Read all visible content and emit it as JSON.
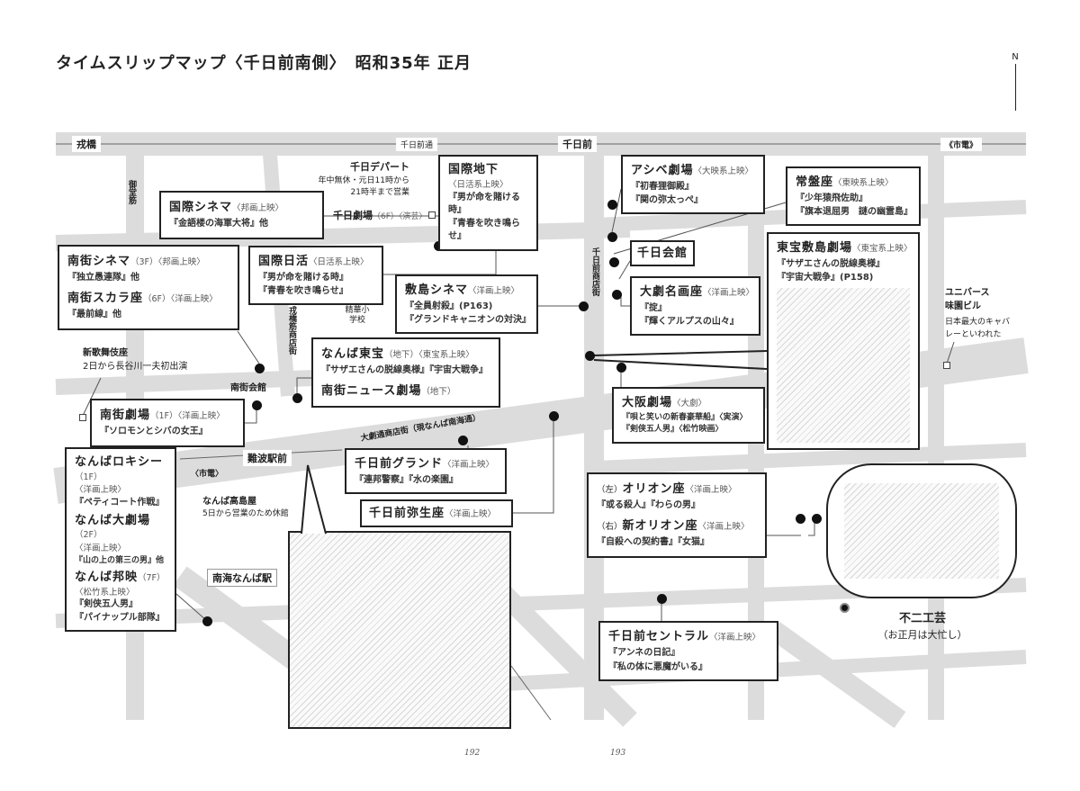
{
  "title": "タイムスリップマップ〈千日前南側〉　昭和35年 正月",
  "north": "N",
  "roads": {
    "ebisubashi": "戎橋",
    "sennichimae_dori": "千日前通",
    "sennichimae": "千日前",
    "shiden_top": "《市電》",
    "midosuji": "御堂筋",
    "ebisubashi_suji": "戎橋筋商店街",
    "sennichimae_shotengai": "千日前商店街",
    "daigeki_dori": "大劇通商店街（現なんば南海通）",
    "shiden_bottom": "〈市電〉",
    "namba_ekimae": "難波駅前",
    "nankai_namba": "南海なんば駅",
    "seika_school": "精華小学校",
    "nangai_kaikan": "南街会館"
  },
  "landmarks": {
    "sennichi_depart": {
      "name": "千日デパート",
      "note1": "年中無休・元日11時から",
      "note2": "21時半まで営業"
    },
    "sennichi_gekijo": {
      "name": "千日劇場",
      "sub": "（6F）〈演芸〉"
    },
    "shinkabukiza": {
      "name": "新歌舞伎座",
      "note": "2日から長谷川一夫初出演"
    },
    "takashimaya": {
      "name": "なんば高島屋",
      "note": "5日から営業のため休館"
    },
    "universe": {
      "name1": "ユニバース",
      "name2": "味園ビル",
      "note1": "日本最大のキャバ",
      "note2": "レーといわれた"
    },
    "fuji_kogei": {
      "name": "不二工芸",
      "note": "（お正月は大忙し）"
    }
  },
  "theaters": {
    "kokusai_cinema": {
      "name": "国際シネマ",
      "sub": "〈邦画上映〉",
      "m1": "『金語楼の海軍大将』他"
    },
    "kokusai_chika": {
      "name": "国際地下",
      "sub": "〈日活系上映〉",
      "m1": "『男が命を賭ける時』",
      "m2": "『青春を吹き鳴らせ』"
    },
    "nangai_cinema": {
      "name": "南街シネマ",
      "sub": "（3F）〈邦画上映〉",
      "m1": "『独立愚連隊』他"
    },
    "nangai_scala": {
      "name": "南街スカラ座",
      "sub": "（6F）〈洋画上映〉",
      "m1": "『最前線』他"
    },
    "kokusai_nikkatsu": {
      "name": "国際日活",
      "sub": "〈日活系上映〉",
      "m1": "『男が命を賭ける時』",
      "m2": "『青春を吹き鳴らせ』"
    },
    "shikishima_cinema": {
      "name": "敷島シネマ",
      "sub": "〈洋画上映〉",
      "m1": "『全員射殺』(P163)",
      "m2": "『グランドキャニオンの対決』"
    },
    "ashibe": {
      "name": "アシベ劇場",
      "sub": "〈大映系上映〉",
      "m1": "『初春狸御殿』",
      "m2": "『関の弥太っぺ』"
    },
    "tokiwaza": {
      "name": "常盤座",
      "sub": "〈東映系上映〉",
      "m1": "『少年猿飛佐助』",
      "m2": "『旗本退屈男　謎の幽霊島』"
    },
    "sennichi_kaikan": {
      "name": "千日会館"
    },
    "daigeki_meigaza": {
      "name": "大劇名画座",
      "sub": "〈洋画上映〉",
      "m1": "『掟』",
      "m2": "『輝くアルプスの山々』"
    },
    "toho_shikishima": {
      "name": "東宝敷島劇場",
      "sub": "〈東宝系上映〉",
      "m1": "『サザエさんの脱線奥様』",
      "m2": "『宇宙大戦争』(P158)"
    },
    "namba_toho": {
      "name": "なんば東宝",
      "sub": "（地下）〈東宝系上映〉",
      "m1": "『サザエさんの脱線奥様』『宇宙大戦争』"
    },
    "nangai_news": {
      "name": "南街ニュース劇場",
      "sub": "（地下）"
    },
    "nangai_gekijo": {
      "name": "南街劇場",
      "sub": "（1F）〈洋画上映〉",
      "m1": "『ソロモンとシバの女王』"
    },
    "osaka_gekijo": {
      "name": "大阪劇場",
      "sub": "〈大劇〉",
      "m1": "『唄と笑いの新春豪華船』〈実演〉",
      "m2": "『剣侠五人男』〈松竹映画〉"
    },
    "namba_roxy": {
      "name": "なんばロキシー",
      "sub": "（1F）",
      "sub2": "〈洋画上映〉",
      "m1": "『ペティコート作戦』"
    },
    "namba_daigekijo": {
      "name": "なんば大劇場",
      "sub": "（2F）",
      "sub2": "〈洋画上映〉",
      "m1": "『山の上の第三の男』他"
    },
    "namba_hoei": {
      "name": "なんば邦映",
      "sub": "（7F）",
      "sub2": "〈松竹系上映〉",
      "m1": "『剣侠五人男』",
      "m2": "『パイナップル部隊』"
    },
    "sennichimae_grand": {
      "name": "千日前グランド",
      "sub": "〈洋画上映〉",
      "m1": "『連邦警察』『水の楽園』"
    },
    "yayoiza": {
      "name": "千日前弥生座",
      "sub": "〈洋画上映〉"
    },
    "orion": {
      "pre": "（左）",
      "name": "オリオン座",
      "sub": "〈洋画上映〉",
      "m1": "『或る殺人』『わらの男』"
    },
    "shin_orion": {
      "pre": "（右）",
      "name": "新オリオン座",
      "sub": "〈洋画上映〉",
      "m1": "『自殺への契約書』『女猫』"
    },
    "central": {
      "name": "千日前セントラル",
      "sub": "〈洋画上映〉",
      "m1": "『アンネの日記』",
      "m2": "『私の体に悪魔がいる』"
    }
  },
  "pages": {
    "left": "192",
    "right": "193"
  },
  "colors": {
    "road": "#dcdcdc",
    "ink": "#222222"
  }
}
